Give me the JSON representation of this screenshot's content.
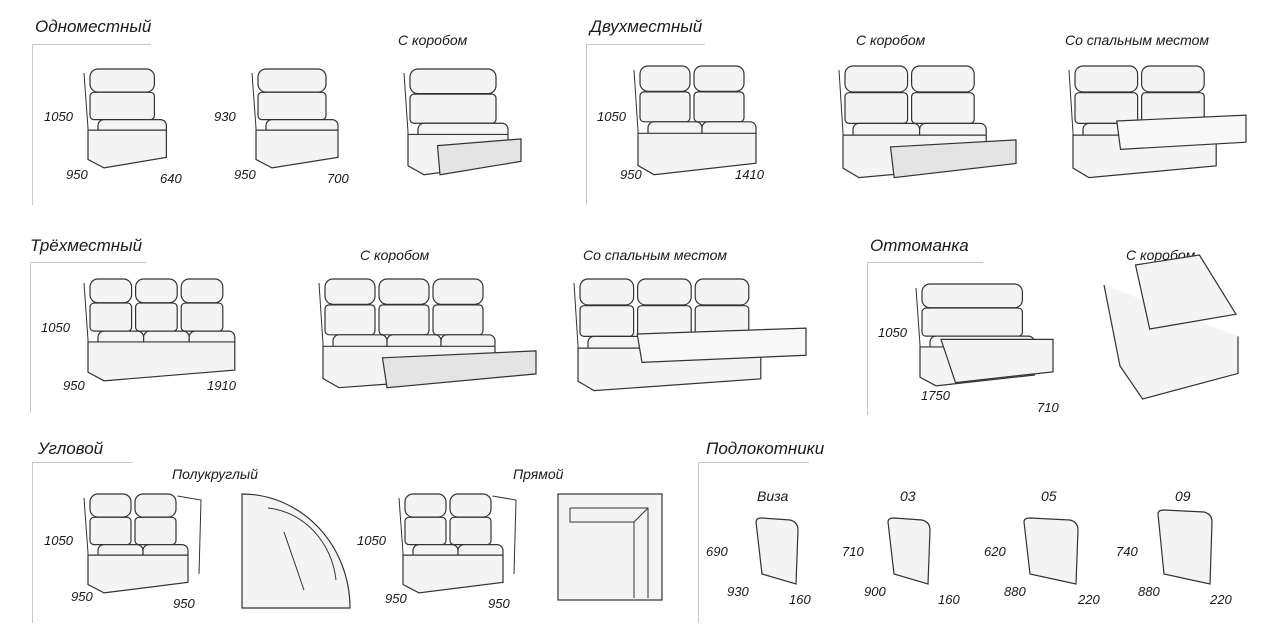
{
  "sections": {
    "single": "Одноместный",
    "double": "Двухместный",
    "triple": "Трёхместный",
    "ottoman": "Оттоманка",
    "corner": "Угловой",
    "armrests": "Подлокотники"
  },
  "subtitles": {
    "single_box": "С коробом",
    "double_box": "С коробом",
    "double_bed": "Со спальным местом",
    "triple_box": "С коробом",
    "triple_bed": "Со спальным местом",
    "ottoman_box": "С коробом",
    "corner_round": "Полукруглый",
    "corner_straight": "Прямой",
    "arm_viza": "Виза",
    "arm_03": "03",
    "arm_05": "05",
    "arm_09": "09"
  },
  "dimensions": {
    "single_a": {
      "h": "1050",
      "d": "950",
      "w": "640"
    },
    "single_b": {
      "h": "930",
      "d": "950",
      "w": "700"
    },
    "double": {
      "h": "1050",
      "d": "950",
      "w": "1410"
    },
    "triple": {
      "h": "1050",
      "d": "950",
      "w": "1910"
    },
    "ottoman": {
      "h": "1050",
      "d": "1750",
      "w": "710"
    },
    "corner_round": {
      "h": "1050",
      "d": "950",
      "w": "950"
    },
    "corner_straight": {
      "h": "1050",
      "d": "950",
      "w": "950"
    },
    "arm_viza": {
      "h": "690",
      "d": "930",
      "w": "160"
    },
    "arm_03": {
      "h": "710",
      "d": "900",
      "w": "160"
    },
    "arm_05": {
      "h": "620",
      "d": "880",
      "w": "220"
    },
    "arm_09": {
      "h": "740",
      "d": "880",
      "w": "220"
    }
  }
}
